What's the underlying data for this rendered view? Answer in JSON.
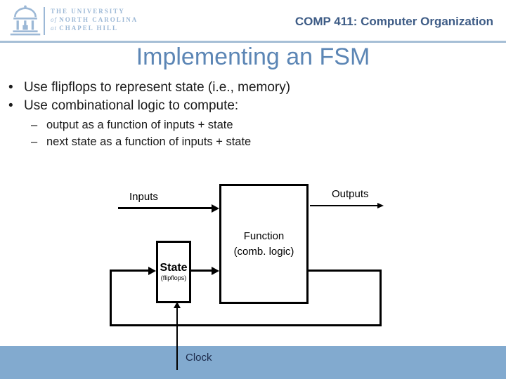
{
  "header": {
    "course_label": "COMP 411: Computer Organization",
    "university": {
      "line1": "THE UNIVERSITY",
      "line2_prefix": "of ",
      "line2": "NORTH CAROLINA",
      "line3_prefix": "at ",
      "line3": "CHAPEL HILL"
    }
  },
  "slide": {
    "title": "Implementing an FSM",
    "bullets": [
      {
        "marker": "•",
        "level": 1,
        "text": "Use flipflops to represent state (i.e., memory)"
      },
      {
        "marker": "•",
        "level": 1,
        "text": "Use combinational logic to compute:"
      },
      {
        "marker": "–",
        "level": 2,
        "text": "output as a function of inputs + state"
      },
      {
        "marker": "–",
        "level": 2,
        "text": "next state as a function of inputs + state"
      }
    ]
  },
  "diagram": {
    "inputs_label": "Inputs",
    "outputs_label": "Outputs",
    "function_box_line1": "Function",
    "function_box_line2": "(comb. logic)",
    "state_box_line1": "State",
    "state_box_line2": "(flipflops)",
    "clock_label": "Clock"
  },
  "colors": {
    "title_blue": "#5c86b5",
    "course_text_blue": "#3e5c86",
    "bottom_band_blue": "#82aacf",
    "logo_blue": "#9cb8d6",
    "header_rule_blue": "#a6bfd6",
    "diagram_ink": "#000000",
    "clock_text_navy": "#1b2a4a"
  }
}
